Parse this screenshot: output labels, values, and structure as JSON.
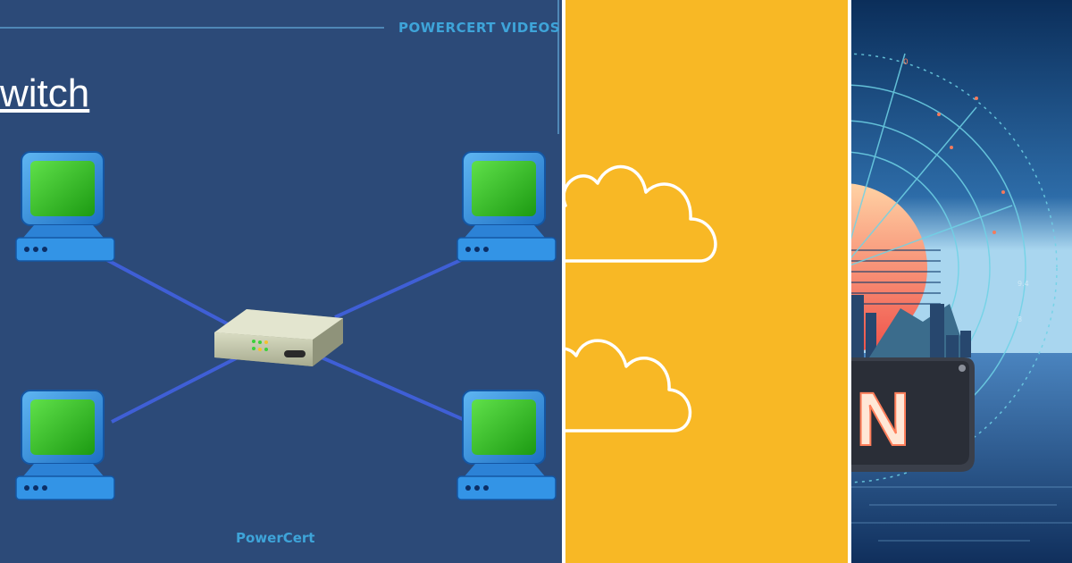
{
  "left_panel": {
    "brand_top": "POWERCERT VIDEOS",
    "slide_title": "witch",
    "brand_bottom": "PowerCert",
    "computer_icons": [
      "computer-icon",
      "computer-icon",
      "computer-icon",
      "computer-icon"
    ],
    "switch_icon": "network-switch-icon",
    "colors": {
      "background": "#2c4a78",
      "link": "#3f5fd6",
      "brand": "#3ea4d9",
      "monitor_body": "#2f8bdc",
      "monitor_screen": "#34c21f"
    }
  },
  "middle_panel": {
    "icons": [
      "cloud-icon",
      "cloud-icon"
    ],
    "colors": {
      "background": "#f8b825",
      "stroke": "#ffffff"
    }
  },
  "right_panel": {
    "badge_letter": "N",
    "radar_labels": [
      "0",
      "9.4",
      "8"
    ],
    "colors": {
      "sky": "#0f3a6b",
      "sun": "#f46b55",
      "sea": "#1e4f87",
      "radar": "#6fd3e6"
    }
  }
}
